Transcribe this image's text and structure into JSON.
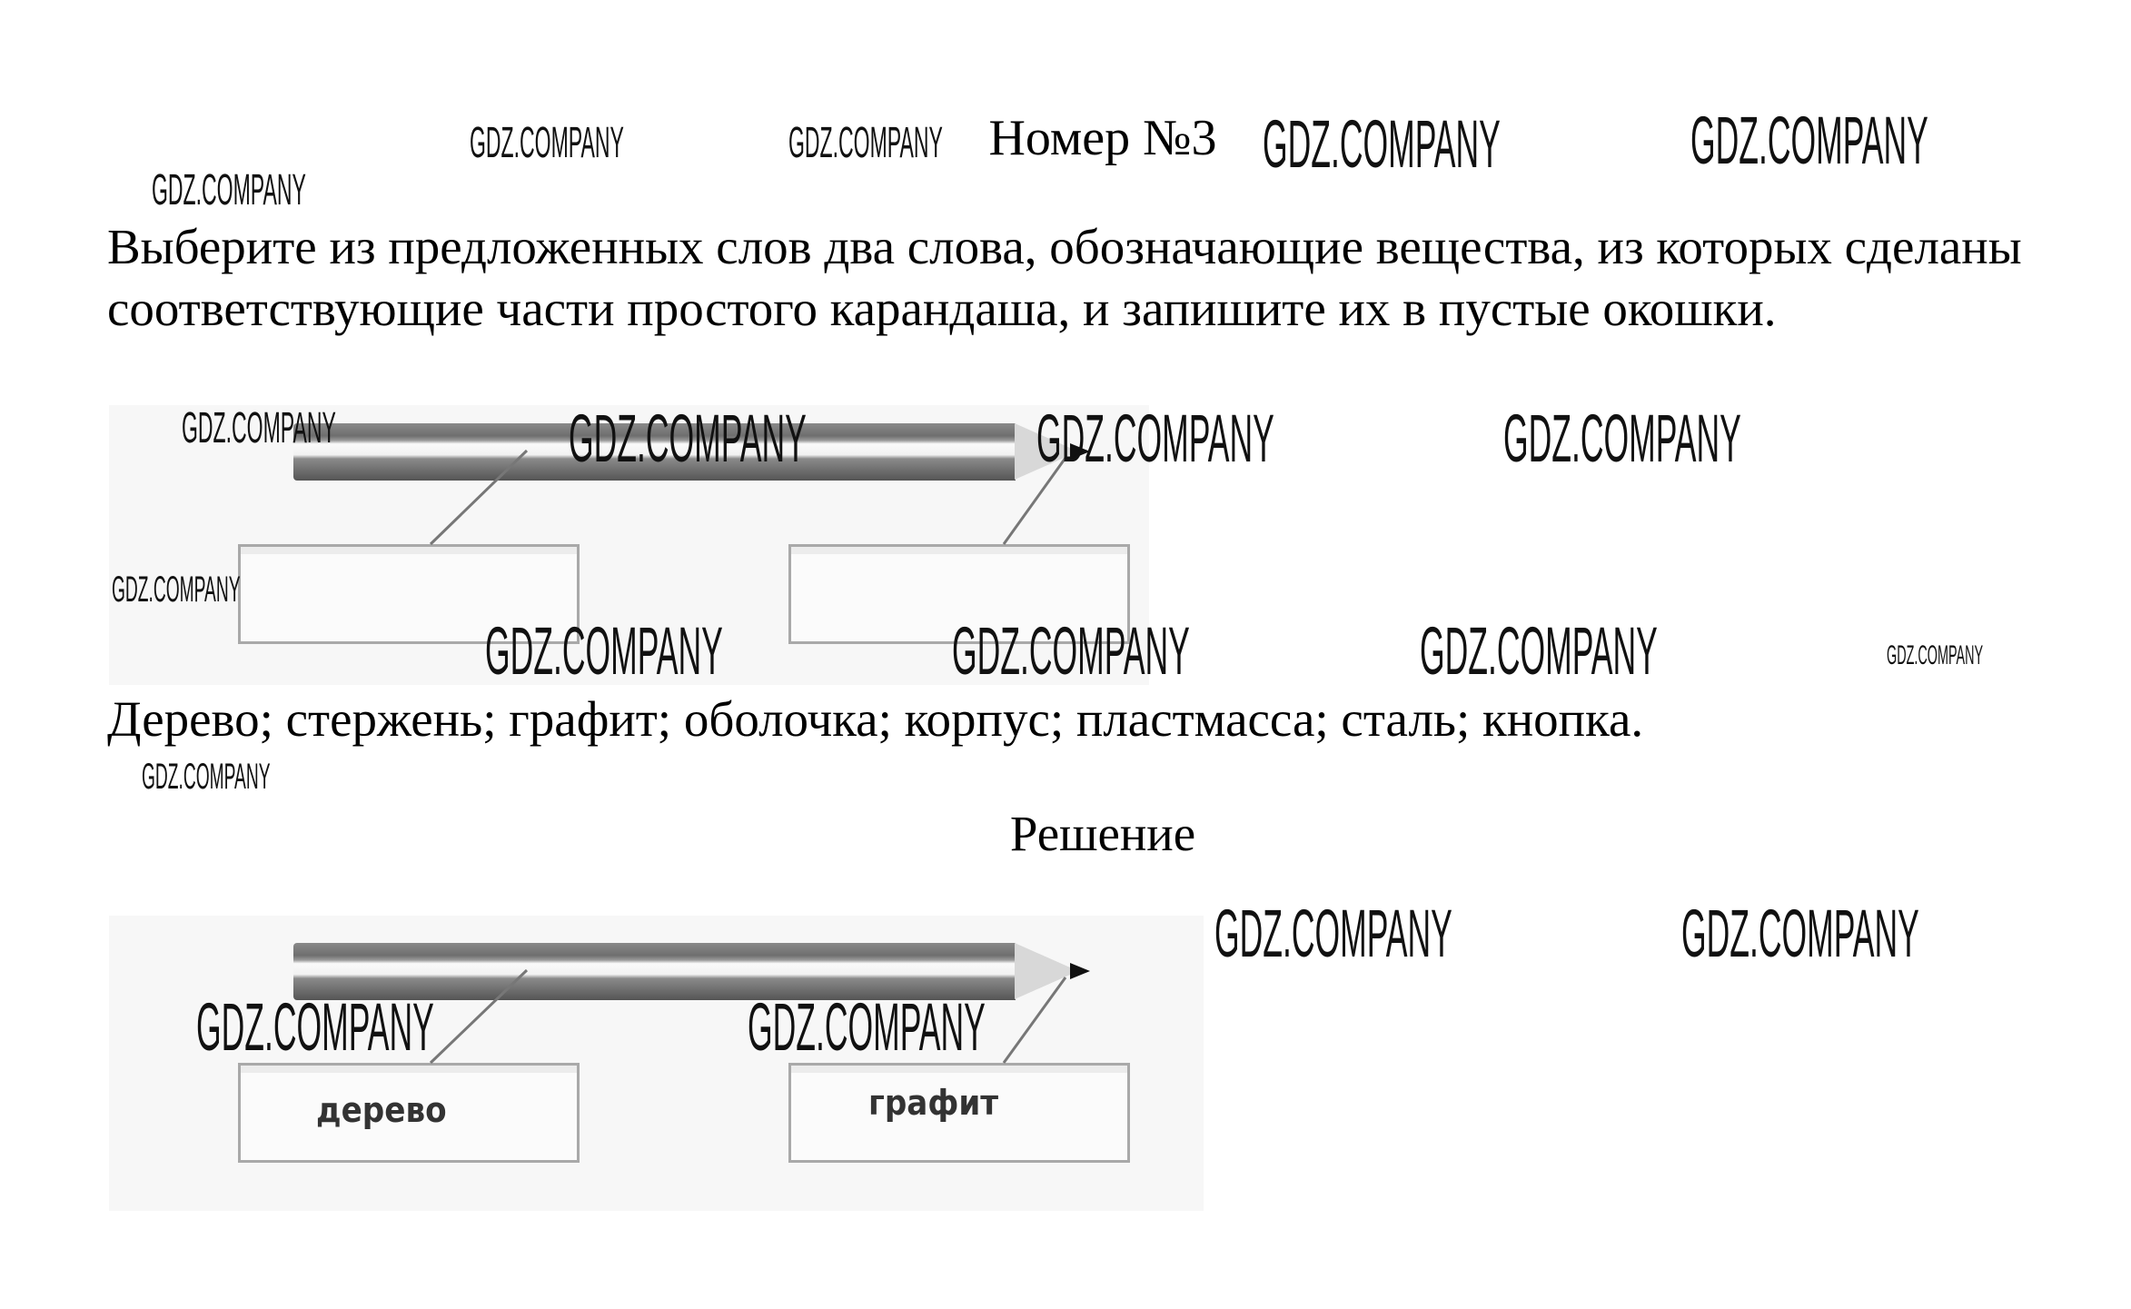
{
  "task": {
    "title": "Номер №3",
    "prompt": "Выберите из предложенных слов два слова, обозначающие вещества, из которых сделаны соответствующие части простого карандаша, и запишите их в пустые окошки.",
    "word_options": "Дерево; стержень; графит; оболочка; корпус; пластмасса; сталь; кнопка."
  },
  "solution": {
    "heading": "Решение",
    "answers": [
      "дерево",
      "графит"
    ]
  },
  "watermark": "GDZ.COMPANY"
}
